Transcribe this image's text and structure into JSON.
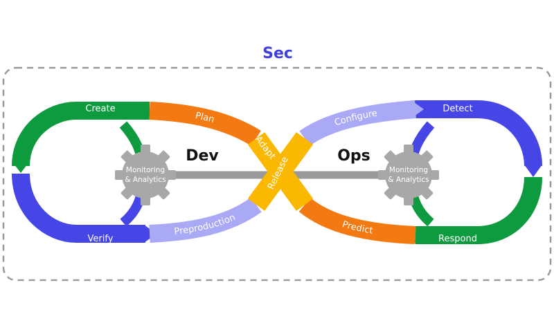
{
  "title": "Sec",
  "dev_label": "Dev",
  "ops_label": "Ops",
  "left_hub": {
    "line1": "Monitoring",
    "line2": "& Analytics"
  },
  "right_hub": {
    "line1": "Monitoring",
    "line2": "& Analytics"
  },
  "stages": {
    "create": "Create",
    "plan": "Plan",
    "adapt": "Adapt",
    "release": "Release",
    "configure": "Configure",
    "detect": "Detect",
    "respond": "Respond",
    "predict": "Predict",
    "preproduction": "Preproduction",
    "verify": "Verify"
  },
  "colors": {
    "title": "#3f3fe0",
    "green": "#0e9a3e",
    "blue": "#4646e6",
    "orange": "#f37a12",
    "lavender": "#a9a9f5",
    "yellow": "#fbb800",
    "gear": "#a8a8a8",
    "border": "#999999"
  }
}
